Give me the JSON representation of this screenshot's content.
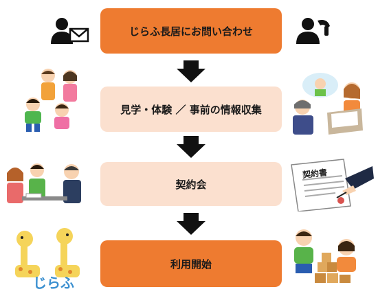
{
  "steps": [
    {
      "label": "じらふ長居にお問い合わせ"
    },
    {
      "label": "見学・体験 ／ 事前の情報収集"
    },
    {
      "label": "契約会"
    },
    {
      "label": "利用開始"
    }
  ],
  "contract_doc_title": "契約書",
  "logo_text": "じらふ",
  "colors": {
    "step_dark": "#ee7b30",
    "step_light": "#fbe0cf",
    "arrow": "#111111"
  },
  "icons": [
    "user-mail-icon",
    "user-phone-icon"
  ]
}
